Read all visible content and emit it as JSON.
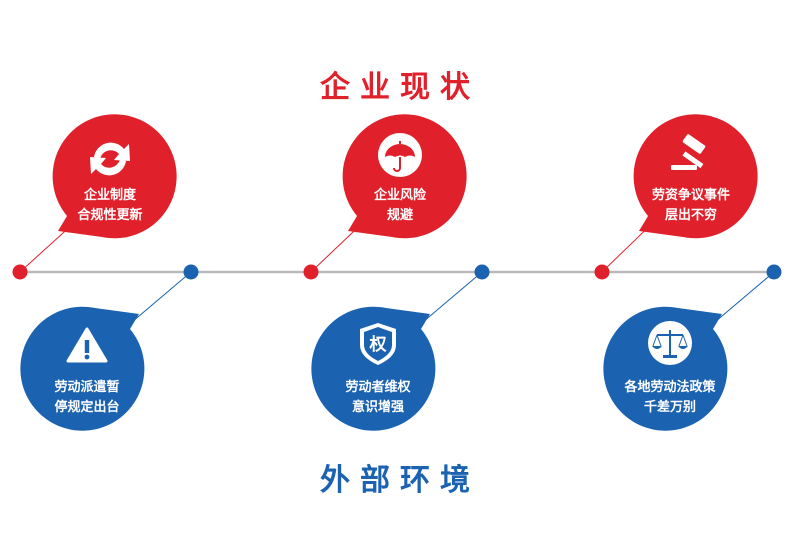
{
  "headings": {
    "top": "企业现状",
    "bottom": "外部环境"
  },
  "colors": {
    "red": "#e0212c",
    "blue": "#1b63b0",
    "line": "#b9b9b9",
    "connector": "#e0212c",
    "connector_blue": "#1b63b0"
  },
  "nodes_top": [
    {
      "icon": "refresh-icon",
      "lines": [
        "企业制度",
        "合规性更新"
      ]
    },
    {
      "icon": "umbrella-icon",
      "lines": [
        "企业风险",
        "规避"
      ]
    },
    {
      "icon": "gavel-icon",
      "lines": [
        "劳资争议事件",
        "层出不穷"
      ]
    }
  ],
  "nodes_bottom": [
    {
      "icon": "warning-icon",
      "lines": [
        "劳动派遣暂",
        "停规定出台"
      ]
    },
    {
      "icon": "shield-quan-icon",
      "glyph": "权",
      "lines": [
        "劳动者维权",
        "意识增强"
      ]
    },
    {
      "icon": "scale-icon",
      "lines": [
        "各地劳动法政策",
        "千差万别"
      ]
    }
  ]
}
